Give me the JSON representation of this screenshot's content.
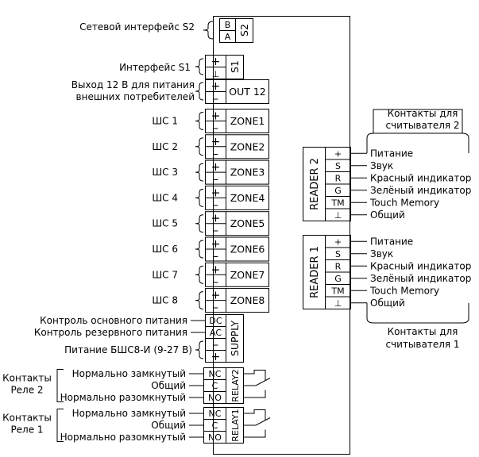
{
  "network": {
    "label": "Сетевой интерфейс S2",
    "pins": [
      "B",
      "A"
    ],
    "connector": "S2"
  },
  "s1": {
    "label": "Интерфейс S1",
    "pins": [
      "+",
      "⊥"
    ],
    "connector": "S1"
  },
  "out12": {
    "label_line1": "Выход 12 В для питания",
    "label_line2": "внешних потребителей",
    "pins": [
      "+",
      "–"
    ],
    "connector": "OUT 12"
  },
  "zones": [
    {
      "label": "ШС 1",
      "connector": "ZONE1",
      "pins": [
        "+",
        "–"
      ]
    },
    {
      "label": "ШС 2",
      "connector": "ZONE2",
      "pins": [
        "+",
        "–"
      ]
    },
    {
      "label": "ШС 3",
      "connector": "ZONE3",
      "pins": [
        "+",
        "–"
      ]
    },
    {
      "label": "ШС 4",
      "connector": "ZONE4",
      "pins": [
        "+",
        "–"
      ]
    },
    {
      "label": "ШС 5",
      "connector": "ZONE5",
      "pins": [
        "+",
        "–"
      ]
    },
    {
      "label": "ШС 6",
      "connector": "ZONE6",
      "pins": [
        "+",
        "–"
      ]
    },
    {
      "label": "ШС 7",
      "connector": "ZONE7",
      "pins": [
        "+",
        "–"
      ]
    },
    {
      "label": "ШС 8",
      "connector": "ZONE8",
      "pins": [
        "+",
        "–"
      ]
    }
  ],
  "supply": {
    "connector": "SUPPLY",
    "pins": [
      "DC",
      "AC",
      "–",
      "+"
    ],
    "labels": [
      "Контроль основного питания",
      "Контроль резервного питания",
      "Питание БШС8-И (9-27 В)"
    ]
  },
  "relays": [
    {
      "group_line1": "Контакты",
      "group_line2": "Реле 2",
      "connector": "RELAY2",
      "pins": [
        "NC",
        "C",
        "NO"
      ],
      "labels": [
        "Нормально замкнутый",
        "Общий",
        "Нормально разомкнутый"
      ]
    },
    {
      "group_line1": "Контакты",
      "group_line2": "Реле 1",
      "connector": "RELAY1",
      "pins": [
        "NC",
        "C",
        "NO"
      ],
      "labels": [
        "Нормально замкнутый",
        "Общий",
        "Нормально разомкнутый"
      ]
    }
  ],
  "readers": [
    {
      "connector": "READER 2",
      "pins": [
        "+",
        "S",
        "R",
        "G",
        "TM",
        "⊥"
      ],
      "labels": [
        "Питание",
        "Звук",
        "Красный индикатор",
        "Зелёный индикатор",
        "Touch Memory",
        "Общий"
      ],
      "caption_line1": "Контакты для",
      "caption_line2": "считывателя 2"
    },
    {
      "connector": "READER 1",
      "pins": [
        "+",
        "S",
        "R",
        "G",
        "TM",
        "⊥"
      ],
      "labels": [
        "Питание",
        "Звук",
        "Красный индикатор",
        "Зелёный индикатор",
        "Touch Memory",
        "Общий"
      ],
      "caption_line1": "Контакты для",
      "caption_line2": "считывателя 1"
    }
  ]
}
